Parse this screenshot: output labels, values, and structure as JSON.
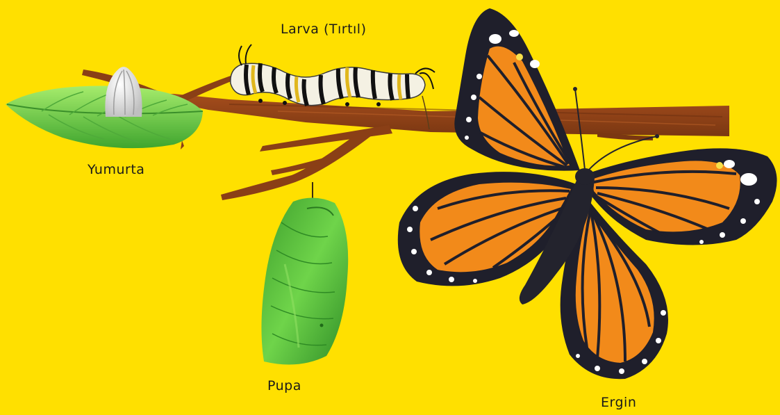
{
  "stages": {
    "egg": {
      "label": "Yumurta"
    },
    "larva": {
      "label": "Larva (Tırtıl)"
    },
    "pupa": {
      "label": "Pupa"
    },
    "adult": {
      "label": "Ergin"
    }
  },
  "colors": {
    "background": "#ffe000",
    "branch": "#8a3f16",
    "leaf": "#6fd44a",
    "pupa": "#55c43a",
    "wing_orange": "#f28a1a",
    "wing_black": "#1f1f2b"
  }
}
